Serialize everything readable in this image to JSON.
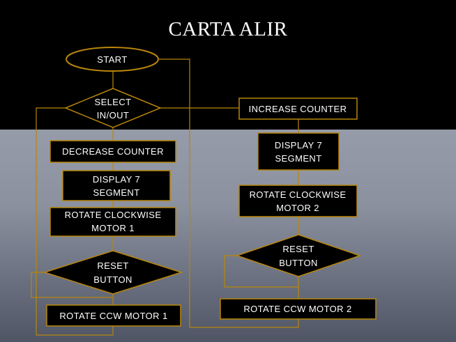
{
  "title": "CARTA ALIR",
  "colors": {
    "node_fill": "#000000",
    "node_border": "#b8860b",
    "text": "#ffffff",
    "band": "#000000"
  },
  "nodes": {
    "start": "START",
    "select": [
      "SELECT",
      "IN/OUT"
    ],
    "increase_counter": "INCREASE COUNTER",
    "decrease_counter": "DECREASE COUNTER",
    "display_right": [
      "DISPLAY 7",
      "SEGMENT"
    ],
    "display_left": [
      "DISPLAY 7",
      "SEGMENT"
    ],
    "rotate_cw_2": [
      "ROTATE CLOCKWISE",
      "MOTOR 2"
    ],
    "rotate_cw_1": [
      "ROTATE CLOCKWISE",
      "MOTOR 1"
    ],
    "reset_right": [
      "RESET",
      "BUTTON"
    ],
    "reset_left": [
      "RESET",
      "BUTTON"
    ],
    "rotate_ccw_2": "ROTATE CCW MOTOR 2",
    "rotate_ccw_1": "ROTATE CCW MOTOR 1"
  }
}
